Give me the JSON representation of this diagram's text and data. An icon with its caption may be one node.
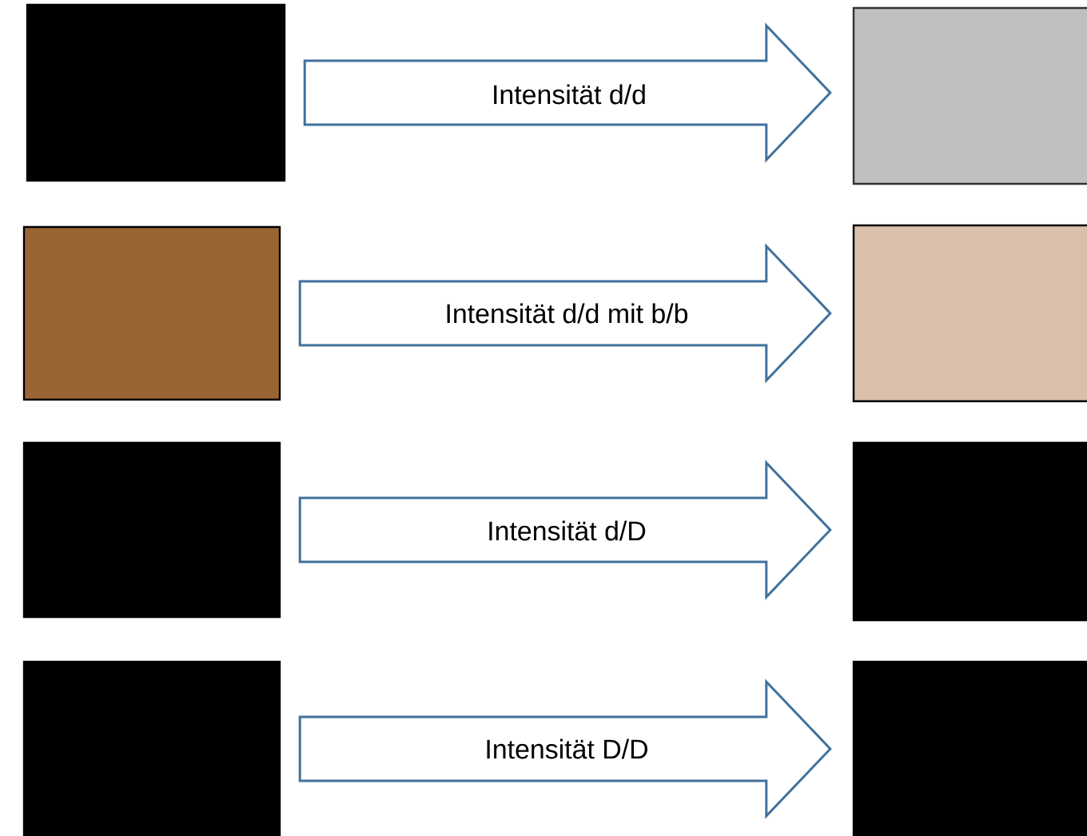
{
  "diagram": {
    "nodes": [
      {
        "text": [],
        "shape": "box"
      },
      {
        "text": [],
        "shape": "box"
      },
      {
        "text": [],
        "shape": "box"
      },
      {
        "text": [],
        "shape": "box"
      },
      {
        "text": [],
        "shape": "box"
      },
      {
        "text": [],
        "shape": "box"
      },
      {
        "text": [],
        "shape": "box"
      },
      {
        "text": [],
        "shape": "box"
      }
    ],
    "edges": [
      {
        "from": 0,
        "to": 1,
        "arrow": "to",
        "label": "Intensität d/d",
        "style": "thick"
      },
      {
        "from": 2,
        "to": 3,
        "arrow": "to",
        "label": "Intensität d/d mit b/b",
        "style": "thick"
      },
      {
        "from": 4,
        "to": 5,
        "arrow": "to",
        "label": "Intensität d/D",
        "style": "thick"
      },
      {
        "from": 6,
        "to": 7,
        "arrow": "to",
        "label": "Intensität D/D",
        "style": "thick"
      }
    ]
  }
}
